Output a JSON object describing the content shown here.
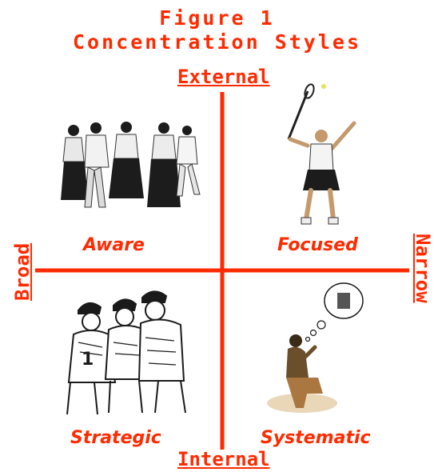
{
  "title": {
    "line1": "Figure 1",
    "line2": "Concentration Styles"
  },
  "axes": {
    "top": "External",
    "bottom": "Internal",
    "left": "Broad",
    "right": "Narrow"
  },
  "quadrants": {
    "top_left": "Aware",
    "top_right": "Focused",
    "bottom_left": "Strategic",
    "bottom_right": "Systematic"
  },
  "colors": {
    "accent": "#ff2a00",
    "ink": "#1a1a1a",
    "skin": "#a9773f"
  }
}
